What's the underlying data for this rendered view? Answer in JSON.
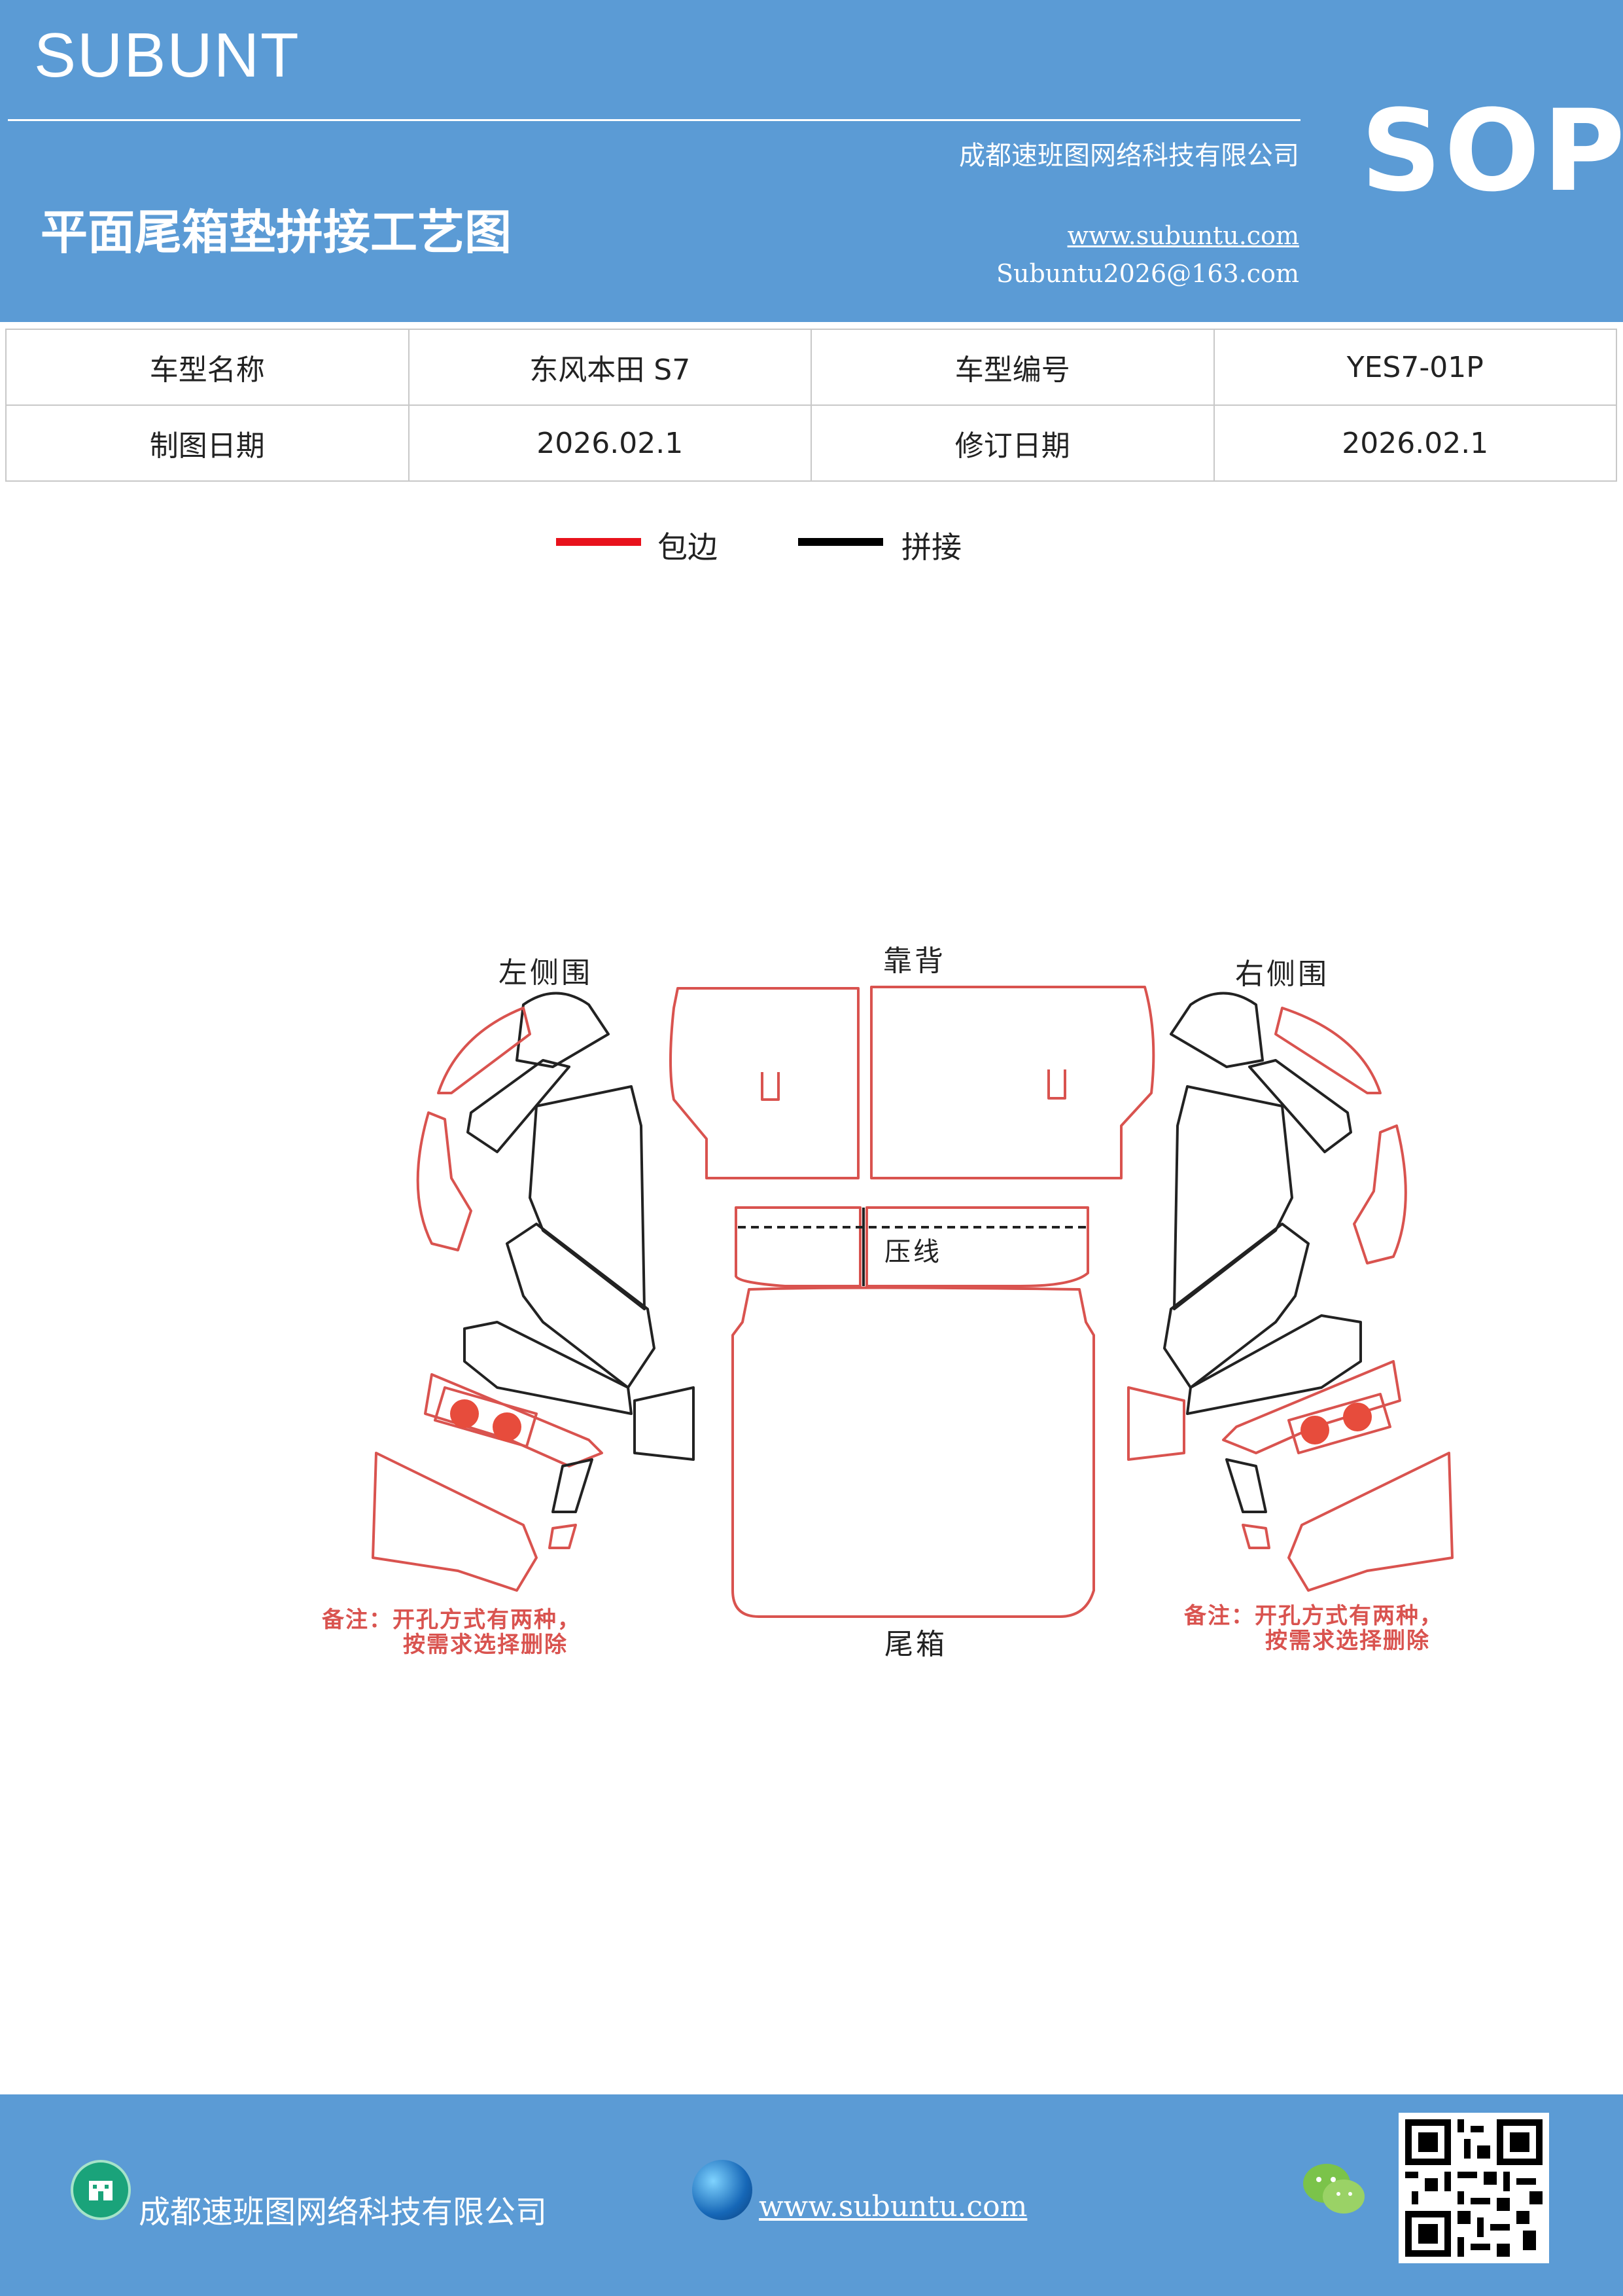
{
  "header": {
    "brand": "SUBUNT",
    "sop": "SOP",
    "company": "成都速班图网络科技有限公司",
    "title": "平面尾箱垫拼接工艺图",
    "website": "www.subuntu.com",
    "email": "Subuntu2026@163.com"
  },
  "info_table": {
    "rows": [
      [
        "车型名称",
        "东风本田 S7",
        "车型编号",
        "YES7-01P"
      ],
      [
        "制图日期",
        "2026.02.1",
        "修订日期",
        "2026.02.1"
      ]
    ]
  },
  "legend": {
    "items": [
      {
        "label": "包边",
        "color": "#e8121c"
      },
      {
        "label": "拼接",
        "color": "#000000"
      }
    ]
  },
  "diagram": {
    "labels": {
      "left_side": "左侧围",
      "backrest": "靠背",
      "right_side": "右侧围",
      "crease": "压线",
      "trunk": "尾箱"
    },
    "note_left": [
      "备注：开孔方式有两种，",
      "按需求选择删除"
    ],
    "note_right": [
      "备注：开孔方式有两种，",
      "按需求选择删除"
    ],
    "colors": {
      "edge": "#d9534f",
      "seam": "#222222"
    }
  },
  "footer": {
    "company": "成都速班图网络科技有限公司",
    "website": "www.subuntu.com"
  }
}
